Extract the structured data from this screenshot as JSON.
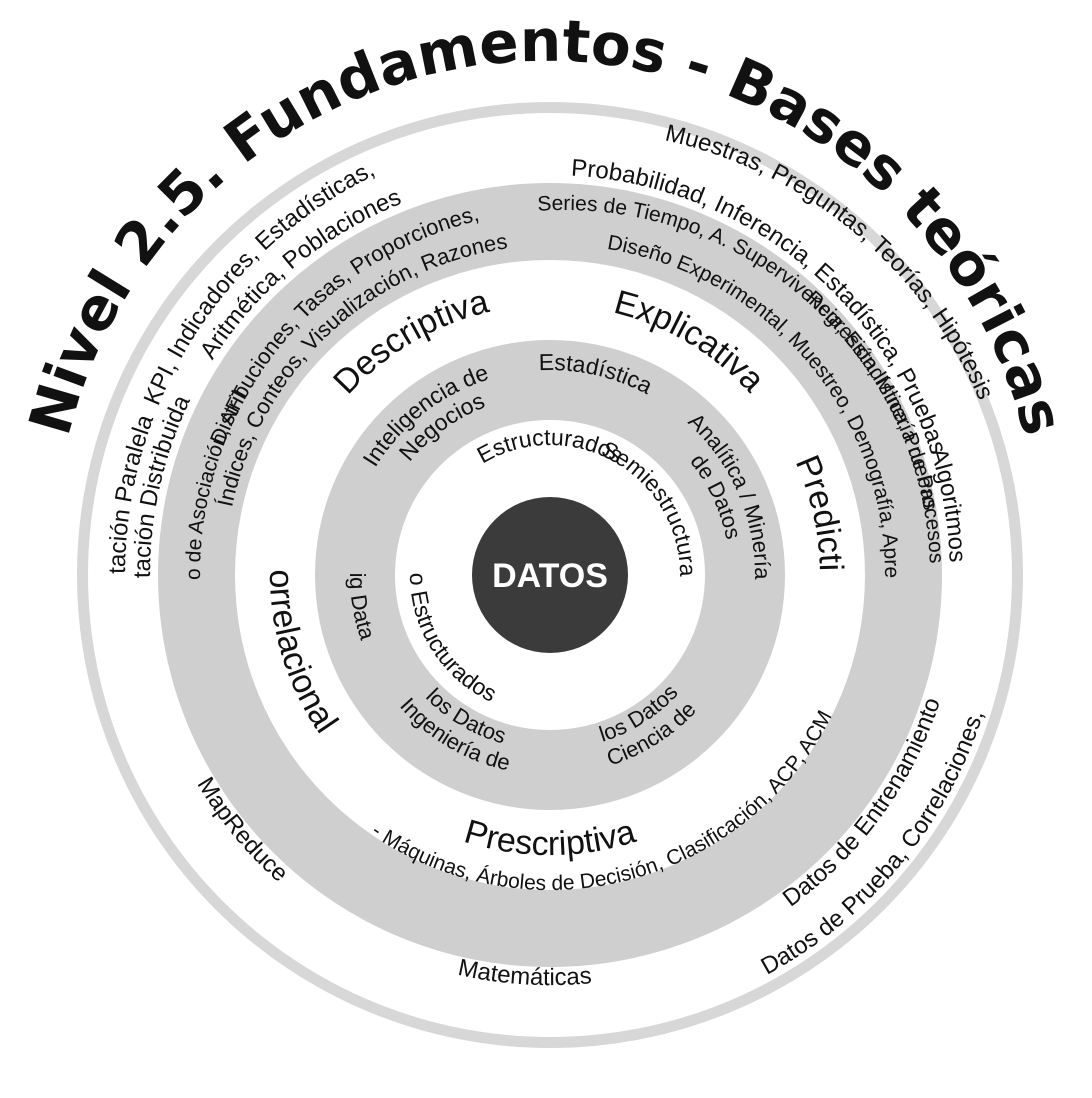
{
  "title": "Nivel 2.5. Fundamentos - Bases teóricas",
  "colors": {
    "background": "#ffffff",
    "outer_disc": "#d7d7d7",
    "white_ring": "#ffffff",
    "gray_ring": "#cfcfcf",
    "core": "#3b3b3b",
    "text": "#111111",
    "core_text": "#ffffff"
  },
  "core": {
    "label": "DATOS"
  },
  "data_types": {
    "estructurados": "Estructurados",
    "semiestructurados": "Semiestructurados",
    "no_estructurados": "No Estructurados"
  },
  "disciplines": {
    "estadistica": "Estadística",
    "analitica": [
      "Analítica / Minería",
      "de Datos"
    ],
    "ciencia": [
      "Ciencia de",
      "los Datos"
    ],
    "ingenieria": [
      "Ingeniería de",
      "los Datos"
    ],
    "big_data": "Big Data",
    "inteligencia": [
      "Inteligencia de",
      "Negocios"
    ]
  },
  "analytics_types": {
    "descriptiva": "Descriptiva",
    "explicativa": "Explicativa",
    "predictiva": "Predictiva",
    "prescriptiva": "Prescriptiva",
    "correlacional": "Correlacional"
  },
  "techniques": {
    "descriptive_line1": "Distribuciones, Tasas, Proporciones,",
    "descriptive_line2": "Índices, Conteos, Visualización, Razones",
    "explicative_line1": "Series de Tiempo, A. Supervivencia, Estadística, Pruebas",
    "explicative_line2": "Diseño Experimental, Muestreo, Demografía, Aprendizaje Profundo - Texto - Imágenes, Redes Neuronales, Inteligencia Artificial, Análisis",
    "predictive": "Regresión, Minería de Procesos",
    "prescriptive": "- Máquinas, Árboles de Decisión, Clasificación, ACP, ACM",
    "correlational": "Compendio de Asociación, AFT"
  },
  "foundations": {
    "top_left_line1": "KPI, Indicadores, Estadísticas,",
    "top_left_line2": "Aritmética, Poblaciones",
    "top_right_line1": "Muestras, Preguntas, Teorías, Hipótesis",
    "top_right_line2": "Probabilidad, Inferencia, Estadística, Pruebas",
    "left_line1": "Computación Paralela",
    "left_line2": "Computación Distribuida",
    "right": "Algoritmos",
    "bottom_left": "MapReduce",
    "bottom": "Matemáticas",
    "bottom_right_line1": "Datos de Prueba, Correlaciones,",
    "bottom_right_line2": "Datos de Entrenamiento"
  }
}
